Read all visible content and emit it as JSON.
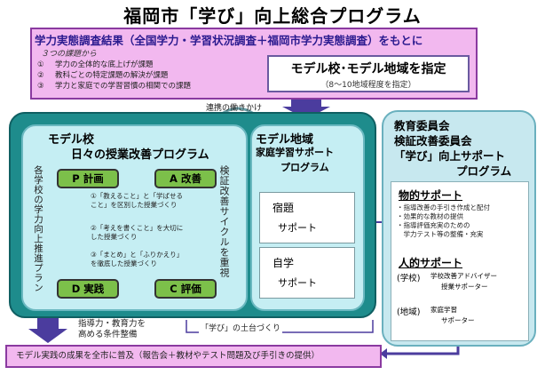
{
  "title": "福岡市「学び」向上総合プログラム",
  "survey": {
    "heading": "学力実態調査結果（全国学力・学習状況調査＋福岡市学力実態調査）をもとに",
    "issues_label": "３つの課題から",
    "issues": [
      {
        "num": "①",
        "text": "学力の全体的な底上げが課題"
      },
      {
        "num": "②",
        "text": "教科ごとの特定課題の解決が課題"
      },
      {
        "num": "③",
        "text": "学力と家庭での学習習慣の相関での課題"
      }
    ]
  },
  "model_designation": {
    "title": "モデル校･モデル地域を指定",
    "subtitle": "（8～10地域程度を指定）"
  },
  "cooperation_label": "連携の働きかけ",
  "model_school": {
    "title": "モデル校",
    "subtitle": "日々の授業改善プログラム",
    "vertical_text": "各学校の学力向上推進プラン",
    "cycle_text": "検証改善サイクルを重視",
    "pdca": {
      "plan": "P 計画",
      "act": "A 改善",
      "do": "D 実践",
      "check": "C 評価"
    },
    "steps": [
      "①「教えること」と「学ばせること」を区別した授業づくり",
      "②「考えを書くこと」を大切にした授業づくり",
      "③「まとめ」と「ふりかえり」を徹底した授業づくり"
    ]
  },
  "model_region": {
    "title": "モデル地域",
    "subtitle1": "家庭学習サポート",
    "subtitle2": "プログラム",
    "homework": {
      "line1": "宿題",
      "line2": "サポート"
    },
    "selfstudy": {
      "line1": "自学",
      "line2": "サポート"
    }
  },
  "board": {
    "title": "教育委員会",
    "subtitle1": "検証改善委員会",
    "subtitle2": "「学び」向上サポート",
    "subtitle3": "プログラム",
    "material_heading": "物的サポート",
    "material_items": [
      "・指導改善の手引き作成と配付",
      "・効果的な教材の提供",
      "・指導評価充実のための",
      "　学力テスト等の整備・充実"
    ],
    "human_heading": "人的サポート",
    "human_items": [
      {
        "tag": "(学校)",
        "desc1": "学校改善アドバイザー",
        "desc2": "授業サポーター"
      },
      {
        "tag": "(地域)",
        "desc1": "家庭学習",
        "desc2": "サポーター"
      }
    ]
  },
  "guidance_label_1": "指導力・教育力を",
  "guidance_label_2": "高める条件整備",
  "foundation_label": "「学び」の土台づくり",
  "bottom": "モデル実践の成果を全市に普及（報告会＋教材やテスト問題及び手引きの提供）",
  "colors": {
    "pink_box": "#f2b8ef",
    "teal_panel": "#1e8c8c",
    "light_cyan": "#c5eef3",
    "pdca_green": "#7cc04a",
    "arrow_purple": "#4b3c9e"
  }
}
